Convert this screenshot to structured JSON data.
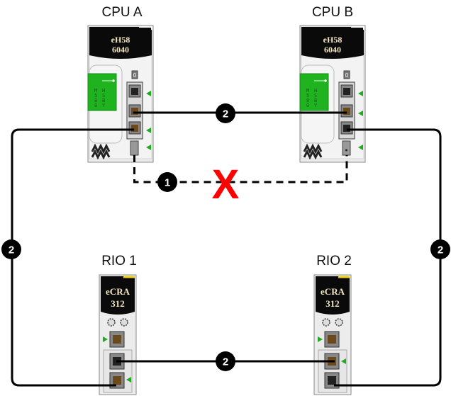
{
  "devices": {
    "cpu_a": {
      "label": "CPU A",
      "display_line1": "eH58",
      "display_line2": "6040",
      "panel_col1": [
        "M",
        "5",
        "8",
        "0"
      ],
      "panel_col2": [
        "H",
        "S",
        "B",
        "Y"
      ],
      "indicator": "0"
    },
    "cpu_b": {
      "label": "CPU B",
      "display_line1": "eH58",
      "display_line2": "6040",
      "panel_col1": [
        "M",
        "5",
        "8",
        "0"
      ],
      "panel_col2": [
        "H",
        "S",
        "B",
        "Y"
      ],
      "indicator": "0"
    },
    "rio_1": {
      "label": "RIO 1",
      "display_line1": "eCRA",
      "display_line2": "312"
    },
    "rio_2": {
      "label": "RIO 2",
      "display_line1": "eCRA",
      "display_line2": "312"
    }
  },
  "links": {
    "hsby_link": {
      "badge": "1",
      "status": "broken",
      "style": "dashed",
      "break_mark": "X"
    },
    "ring_top": {
      "badge": "2"
    },
    "ring_left": {
      "badge": "2"
    },
    "ring_right": {
      "badge": "2"
    },
    "ring_bottom": {
      "badge": "2"
    }
  },
  "colors": {
    "link_line": "#000000",
    "badge_fill": "#000000",
    "break_mark": "#ff0000",
    "panel_green": "#1fb31f",
    "led_green": "#22aa22",
    "display_bg": "#0a0a0a",
    "module_body": "#ececec"
  }
}
